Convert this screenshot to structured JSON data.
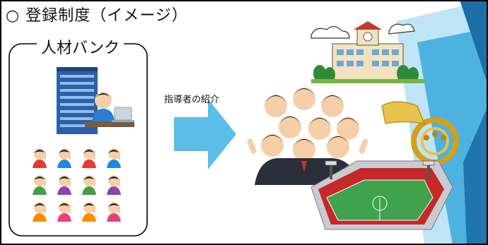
{
  "slide": {
    "title": "○ 登録制度（イメージ）",
    "bank_label": "人材バンク",
    "arrow_label": "指導者の紹介"
  },
  "colors": {
    "border": "#000000",
    "arrow": "#5bbde8",
    "deco_blue": "#39a9dc",
    "deco_navy": "#1c6fa6",
    "deco_light": "#bfe4f5"
  },
  "icons": [
    "office-building",
    "teacher-at-laptop",
    "volunteer-people-grid",
    "school-building",
    "student-crowd",
    "french-horn",
    "soccer-stadium"
  ]
}
